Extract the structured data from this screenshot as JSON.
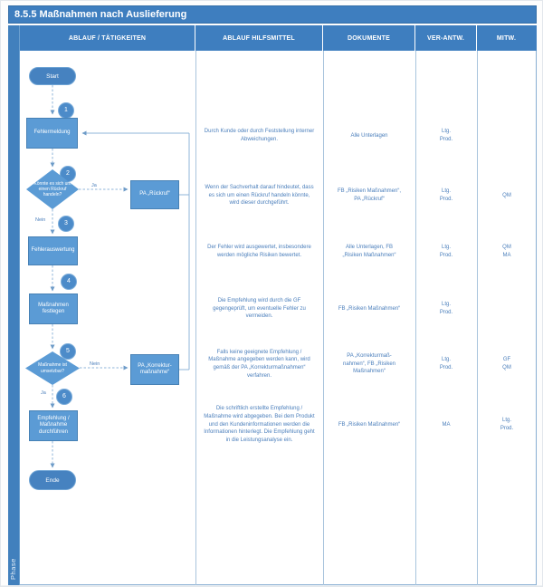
{
  "title": "8.5.5 Maßnahmen nach Auslieferung",
  "phase_label": "Phase",
  "columns": {
    "activities": "ABLAUF / TÄTIGKEITEN",
    "tools": "ABLAUF HILFSMITTEL",
    "documents": "DOKUMENTE",
    "responsible": "VER-ANTW.",
    "cooperation": "MITW."
  },
  "colors": {
    "header_bar": "#3E7EBF",
    "shape_fill": "#5B9BD5",
    "terminator_fill": "#4682C0",
    "body_text": "#4A7EBB",
    "connector": "#8FB4D9"
  },
  "flow": {
    "start_label": "Start",
    "end_label": "Ende",
    "step1_num": "1",
    "box1": "Fehlermeldung",
    "step2_num": "2",
    "decision2": "Könnte es sich um einen Rückruf handeln?",
    "label_ja2": "Ja",
    "pa_rueckruf": "PA „Rückruf“",
    "step3_num": "3",
    "label_nein3": "Nein",
    "box3": "Fehlerauswertung",
    "step4_num": "4",
    "box4": "Maßnahmen festlegen",
    "step5_num": "5",
    "decision5": "Maßnahme ist umsetzbar?",
    "label_nein5": "Nein",
    "pa_korrektur": "PA „Korrektur-maßnahme“",
    "step6_num": "6",
    "label_ja6": "Ja",
    "box6": "Empfehlung / Maßnahme durchführen"
  },
  "rows": [
    {
      "tools": "Durch Kunde oder durch Feststellung interner Abweichungen.",
      "documents": "Alle Unterlagen",
      "responsible": "Ltg.\nProd.",
      "cooperation": ""
    },
    {
      "tools": "Wenn der Sachverhalt darauf hindeutet, dass es sich um einen Rückruf handeln könnte, wird dieser durchgeführt.",
      "documents": "FB „Risiken Maßnahmen“,\nPA „Rückruf“",
      "responsible": "Ltg.\nProd.",
      "cooperation": "QM"
    },
    {
      "tools": "Der Fehler wird ausgewertet, insbesondere werden mögliche Risiken bewertet.",
      "documents": "Alle Unterlagen, FB\n„Risiken Maßnahmen“",
      "responsible": "Ltg.\nProd.",
      "cooperation": "QM\nMA"
    },
    {
      "tools": "Die Empfehlung wird durch die GF gegengeprüft, um eventuelle Fehler zu vermeiden.",
      "documents": "FB „Risiken Maßnahmen“",
      "responsible": "Ltg.\nProd.",
      "cooperation": ""
    },
    {
      "tools": "Falls keine geeignete Empfehlung / Maßnahme angegeben werden kann, wird gemäß der PA „Korrekturmaßnahmen“ verfahren.",
      "documents": "PA „Korrekturmaß-\nnahmen“, FB „Risiken\nMaßnahmen“",
      "responsible": "Ltg.\nProd.",
      "cooperation": "GF\nQM"
    },
    {
      "tools": "Die schriftlich erstellte Empfehlung / Maßnahme wird abgegeben. Bei dem Produkt und den Kundeninformationen werden die Informationen hinterlegt. Die Empfehlung geht in die Leistungsanalyse ein.",
      "documents": "FB „Risiken Maßnahmen“",
      "responsible": "MA",
      "cooperation": "Ltg.\nProd."
    }
  ]
}
